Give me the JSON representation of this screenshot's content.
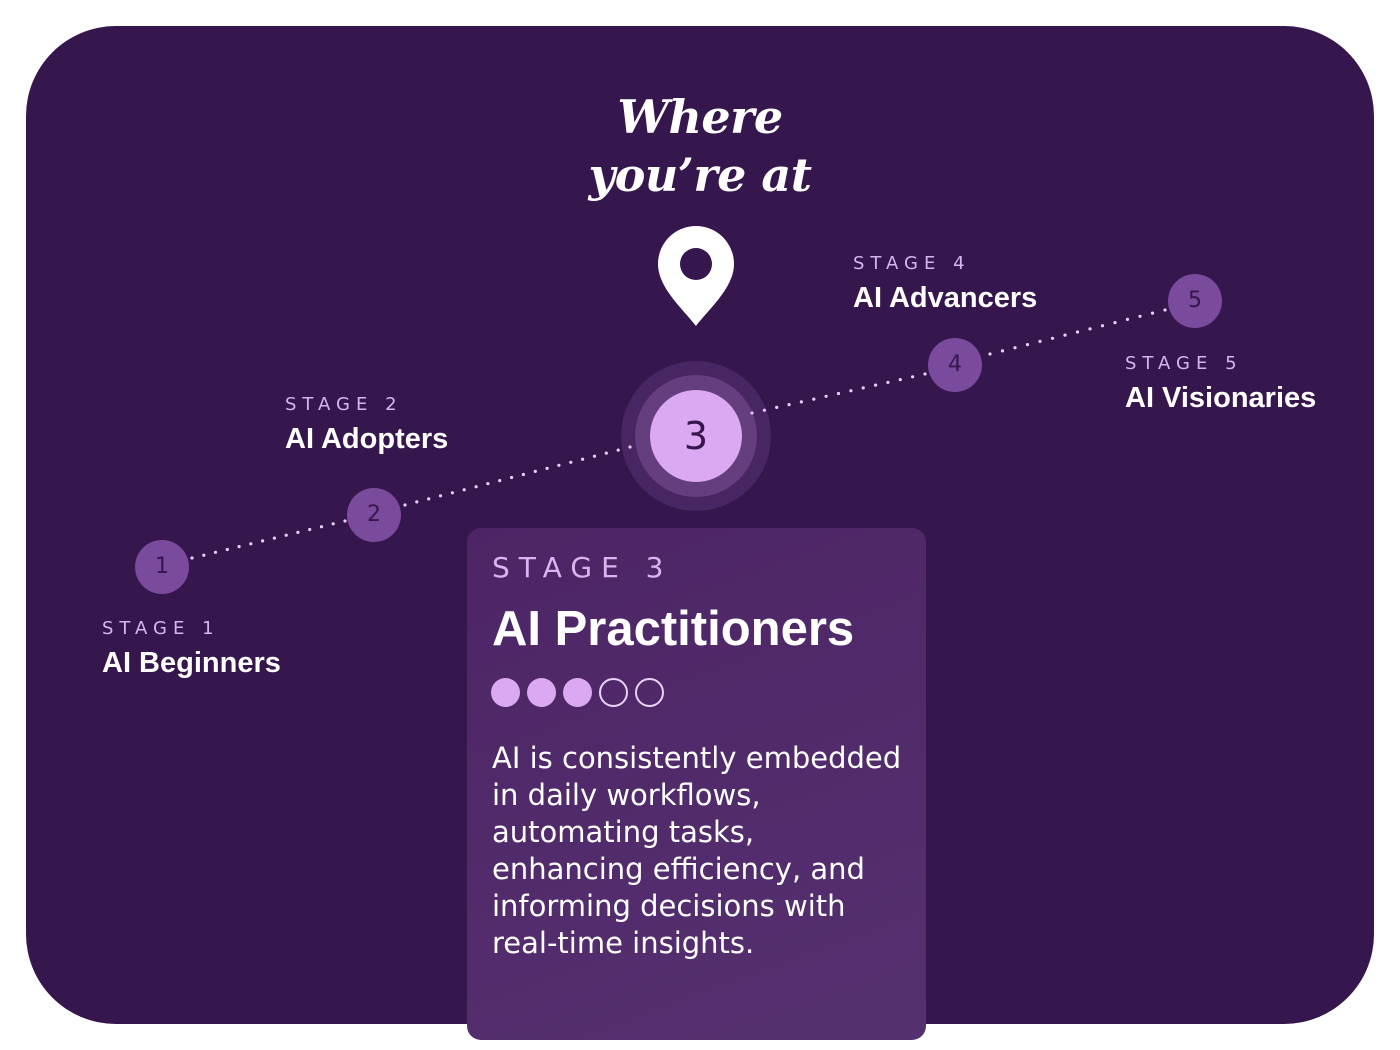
{
  "headline": {
    "line1": "Where",
    "line2": "you’re at"
  },
  "icons": {
    "location": "location-pin-icon"
  },
  "colors": {
    "background": "#35164d",
    "node": "#7a4a9c",
    "node_active": "#dba9f2",
    "kicker": "#d9b5f0",
    "card": "#4d2566"
  },
  "stages": [
    {
      "number": "1",
      "kicker": "STAGE 1",
      "name": "AI Beginners"
    },
    {
      "number": "2",
      "kicker": "STAGE 2",
      "name": "AI Adopters"
    },
    {
      "number": "3",
      "kicker": "STAGE 3",
      "name": "AI Practitioners"
    },
    {
      "number": "4",
      "kicker": "STAGE 4",
      "name": "AI Advancers"
    },
    {
      "number": "5",
      "kicker": "STAGE 5",
      "name": "AI Visionaries"
    }
  ],
  "current": {
    "kicker": "STAGE 3",
    "title": "AI Practitioners",
    "rating": {
      "filled": 3,
      "total": 5
    },
    "description": "AI is consistently embedded in daily workflows, automating tasks, enhancing efficiency, and informing decisions with real-time insights."
  }
}
